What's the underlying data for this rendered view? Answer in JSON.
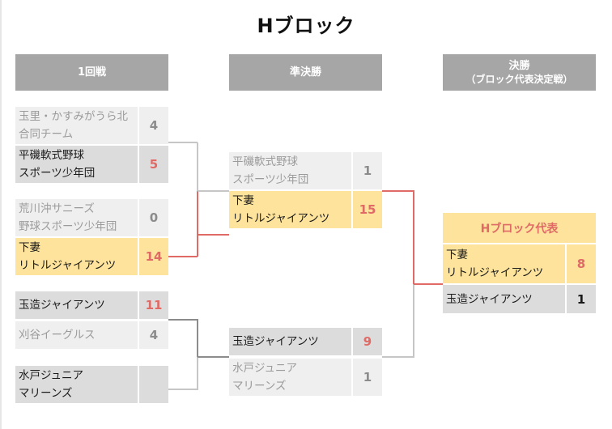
{
  "title": "Hブロック",
  "columns": {
    "round1": "1回戦",
    "semifinal": "準決勝",
    "final": "決勝",
    "final_sub": "（ブロック代表決定戦）"
  },
  "round1": [
    {
      "name": [
        "玉里・かすみがうら北",
        "合同チーム"
      ],
      "score": "4"
    },
    {
      "name": [
        "平磯軟式野球",
        "スポーツ少年団"
      ],
      "score": "5"
    },
    {
      "name": [
        "荒川沖サニーズ",
        "野球スポーツ少年団"
      ],
      "score": "0"
    },
    {
      "name": [
        "下妻",
        "リトルジャイアンツ"
      ],
      "score": "14"
    },
    {
      "name": [
        "玉造ジャイアンツ"
      ],
      "score": "11"
    },
    {
      "name": [
        "刈谷イーグルス"
      ],
      "score": "4"
    },
    {
      "name": [
        "水戸ジュニア",
        "マリーンズ"
      ],
      "score": ""
    }
  ],
  "semifinal": [
    {
      "name": [
        "平磯軟式野球",
        "スポーツ少年団"
      ],
      "score": "1"
    },
    {
      "name": [
        "下妻",
        "リトルジャイアンツ"
      ],
      "score": "15"
    },
    {
      "name": [
        "玉造ジャイアンツ"
      ],
      "score": "9"
    },
    {
      "name": [
        "水戸ジュニア",
        "マリーンズ"
      ],
      "score": "1"
    }
  ],
  "final": {
    "representative_label": "Hブロック代表",
    "teams": [
      {
        "name": [
          "下妻",
          "リトルジャイアンツ"
        ],
        "score": "8"
      },
      {
        "name": [
          "玉造ジャイアンツ"
        ],
        "score": "1"
      }
    ]
  },
  "colors": {
    "header_gray": "#a6a6a6",
    "winner_gold": "#fde39c",
    "accent_red": "#e06a66",
    "line_gray": "#8c8c8c"
  }
}
